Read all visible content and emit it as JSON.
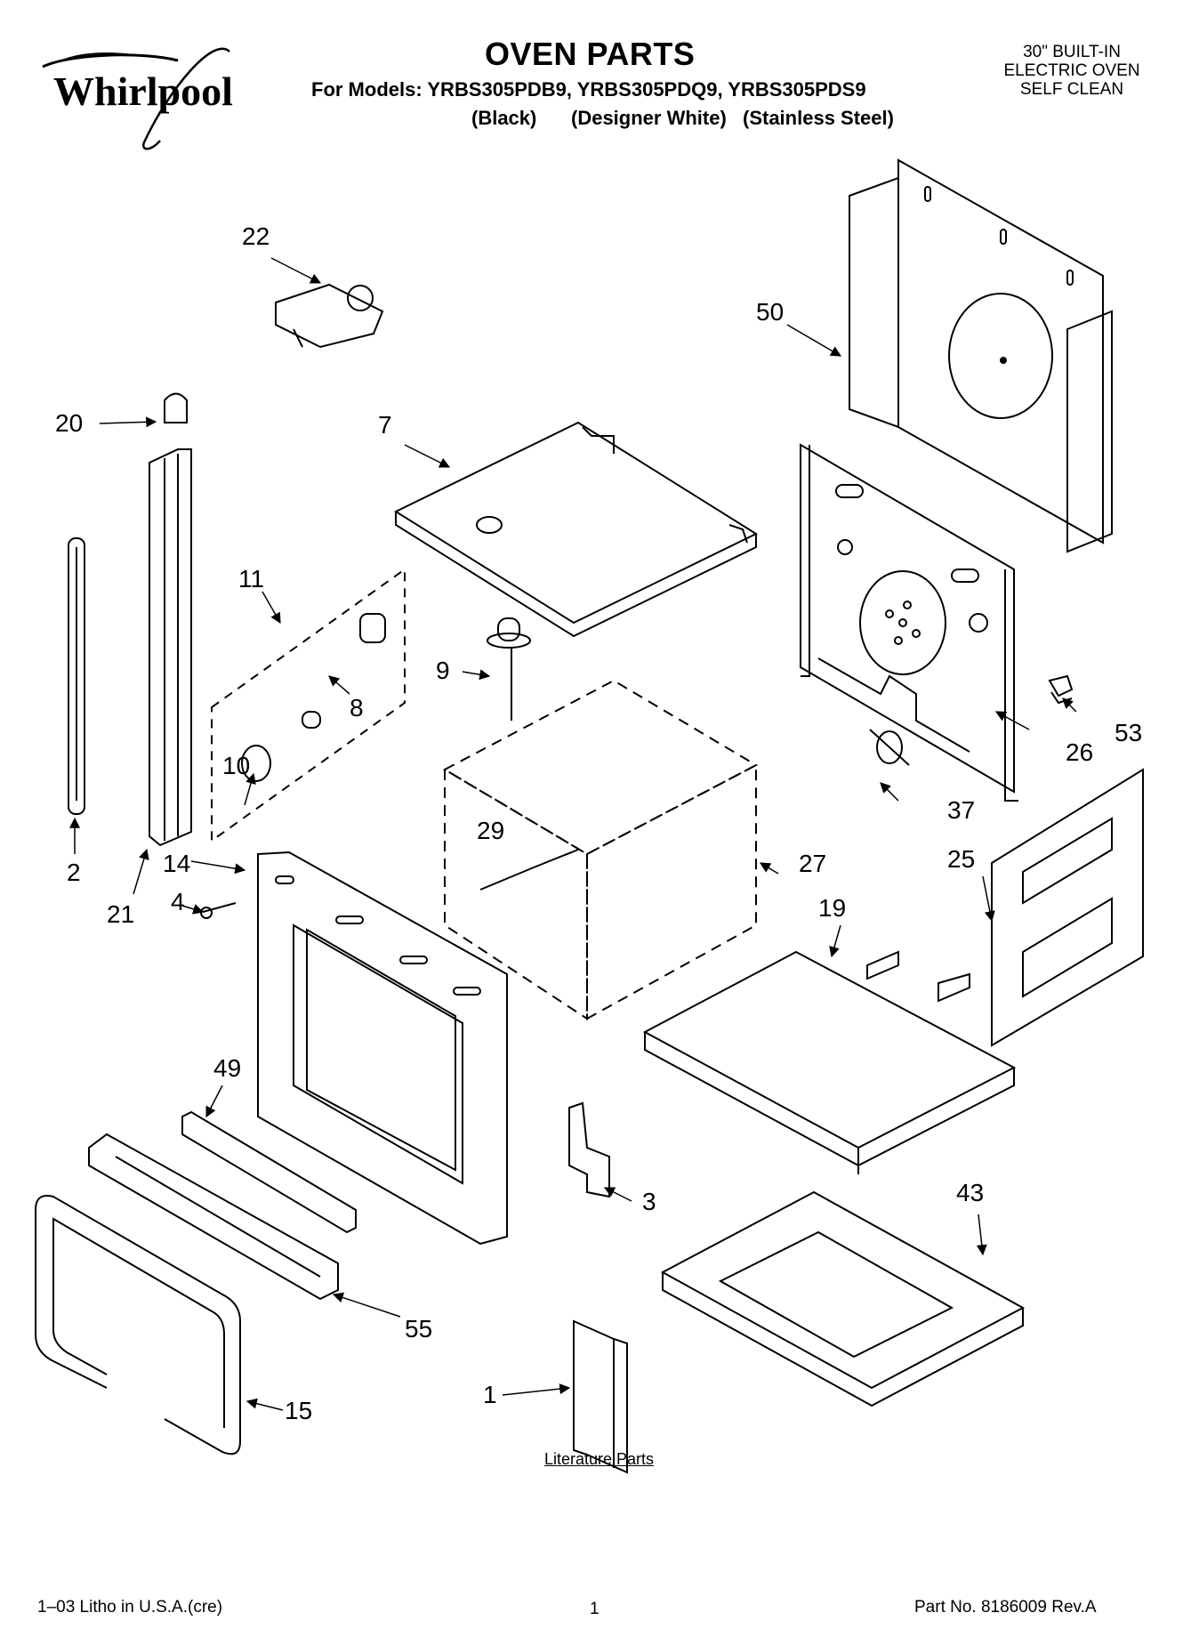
{
  "brand": "Whirlpool",
  "header": {
    "title": "OVEN PARTS",
    "models_line": "For Models: YRBS305PDB9, YRBS305PDQ9, YRBS305PDS9",
    "color_black": "(Black)",
    "color_white": "(Designer White)",
    "color_steel": "(Stainless Steel)"
  },
  "oven_type": {
    "line1": "30\" BUILT-IN",
    "line2": "ELECTRIC OVEN",
    "line3": "SELF CLEAN"
  },
  "callouts": {
    "c1": "1",
    "c2": "2",
    "c3": "3",
    "c4": "4",
    "c7": "7",
    "c8": "8",
    "c9": "9",
    "c10": "10",
    "c11": "11",
    "c14": "14",
    "c15": "15",
    "c19": "19",
    "c20": "20",
    "c21": "21",
    "c22": "22",
    "c25": "25",
    "c26": "26",
    "c27": "27",
    "c29": "29",
    "c37": "37",
    "c43": "43",
    "c49": "49",
    "c50": "50",
    "c53": "53",
    "c55": "55"
  },
  "literature_label": "Literature Parts",
  "footer": {
    "litho": "1–03 Litho in U.S.A.(cre)",
    "page": "1",
    "part_no": "Part No. 8186009 Rev.A"
  }
}
